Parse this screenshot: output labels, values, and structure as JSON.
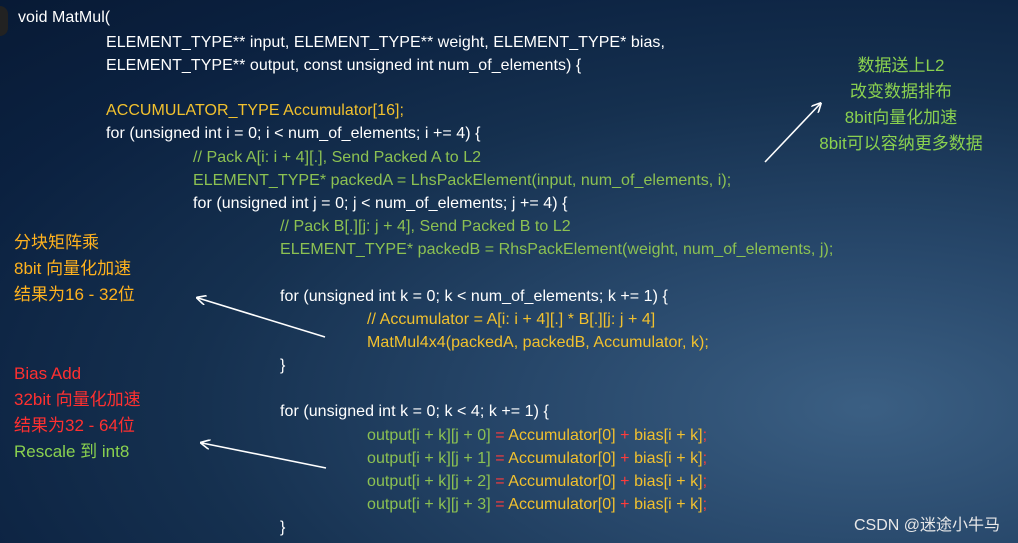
{
  "code": {
    "l1": "void MatMul(",
    "l2": "ELEMENT_TYPE** input, ELEMENT_TYPE** weight, ELEMENT_TYPE* bias,",
    "l3": "ELEMENT_TYPE** output, const unsigned int num_of_elements) {",
    "l4": "ACCUMULATOR_TYPE Accumulator[16];",
    "l5": "for (unsigned int i = 0; i < num_of_elements; i += 4) {",
    "l6": "// Pack A[i: i + 4][.], Send Packed A to L2",
    "l7": "ELEMENT_TYPE* packedA = LhsPackElement(input, num_of_elements, i);",
    "l8": "for (unsigned int j = 0; j < num_of_elements; j += 4) {",
    "l9": "// Pack B[.][j: j + 4], Send Packed B to L2",
    "l10": "ELEMENT_TYPE* packedB = RhsPackElement(weight, num_of_elements, j);",
    "l11": "for (unsigned int k = 0; k < num_of_elements; k += 1) {",
    "l12": "// Accumulator = A[i: i + 4][.] * B[.][j: j + 4]",
    "l13": "MatMul4x4(packedA, packedB, Accumulator, k);",
    "l14": "}",
    "l15": "for (unsigned int k = 0; k < 4; k += 1) {",
    "out": [
      {
        "lhs": "output[i + k][j + 0]",
        "eq": " = ",
        "acc": "Accumulator[0]",
        "plus": " + ",
        "bias": "bias[i + k]",
        "semi": ";"
      },
      {
        "lhs": "output[i + k][j + 1]",
        "eq": " = ",
        "acc": "Accumulator[0]",
        "plus": " + ",
        "bias": "bias[i + k]",
        "semi": ";"
      },
      {
        "lhs": "output[i + k][j + 2]",
        "eq": " = ",
        "acc": "Accumulator[0]",
        "plus": " + ",
        "bias": "bias[i + k]",
        "semi": ";"
      },
      {
        "lhs": "output[i + k][j + 3]",
        "eq": " = ",
        "acc": "Accumulator[0]",
        "plus": " + ",
        "bias": "bias[i + k]",
        "semi": ";"
      }
    ],
    "l20": "}"
  },
  "notes": {
    "right": [
      "数据送上L2",
      "改变数据排布",
      "8bit向量化加速",
      "8bit可以容纳更多数据"
    ],
    "left_top": [
      "分块矩阵乘",
      "8bit 向量化加速",
      "结果为16 - 32位"
    ],
    "left_bottom": [
      "Bias Add",
      "32bit 向量化加速",
      "结果为32 - 64位"
    ],
    "left_bottom_green": "Rescale 到 int8"
  },
  "watermark": "CSDN @迷途小牛马",
  "colors": {
    "code_white": "#ffffff",
    "code_yellow": "#f2c12e",
    "code_green": "#8cc152",
    "code_red": "#ff3b3b",
    "note_orange": "#ffb21e",
    "note_red": "#ff3030",
    "note_green": "#8ad14f"
  }
}
